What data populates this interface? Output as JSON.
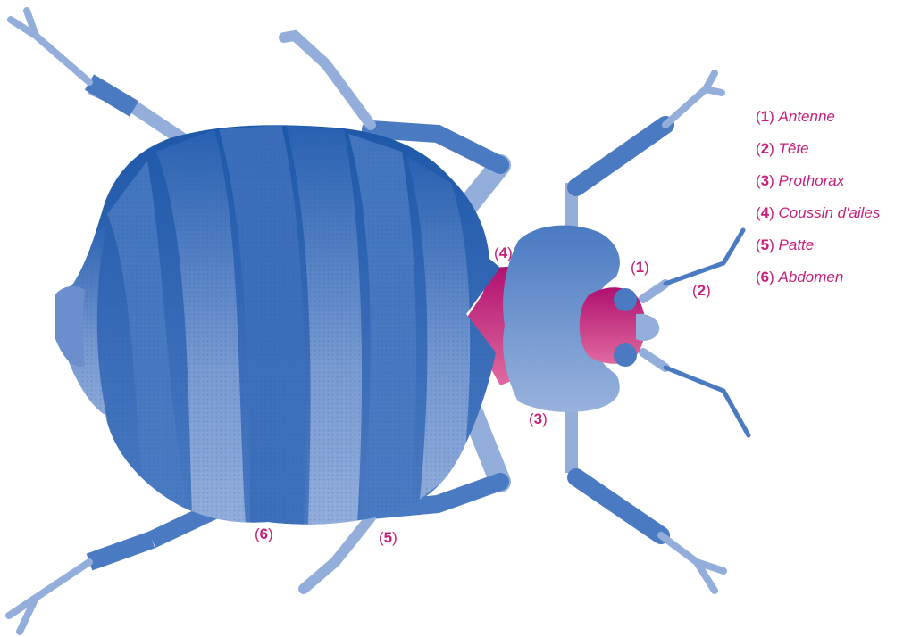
{
  "colors": {
    "dark_blue": "#1d58a8",
    "mid_blue": "#4a7ac2",
    "light_blue": "#93aedb",
    "magenta": "#c8207a"
  },
  "callouts": [
    {
      "num": "1",
      "label_id": "antenne"
    },
    {
      "num": "2",
      "label_id": "tete"
    },
    {
      "num": "3",
      "label_id": "prothorax"
    },
    {
      "num": "4",
      "label_id": "coussin"
    },
    {
      "num": "5",
      "label_id": "patte"
    },
    {
      "num": "6",
      "label_id": "abdomen"
    }
  ],
  "legend": [
    {
      "num": "1",
      "label": "Antenne"
    },
    {
      "num": "2",
      "label": "Tête"
    },
    {
      "num": "3",
      "label": "Prothorax"
    },
    {
      "num": "4",
      "label": "Coussin d'ailes"
    },
    {
      "num": "5",
      "label": "Patte"
    },
    {
      "num": "6",
      "label": "Abdomen"
    }
  ]
}
